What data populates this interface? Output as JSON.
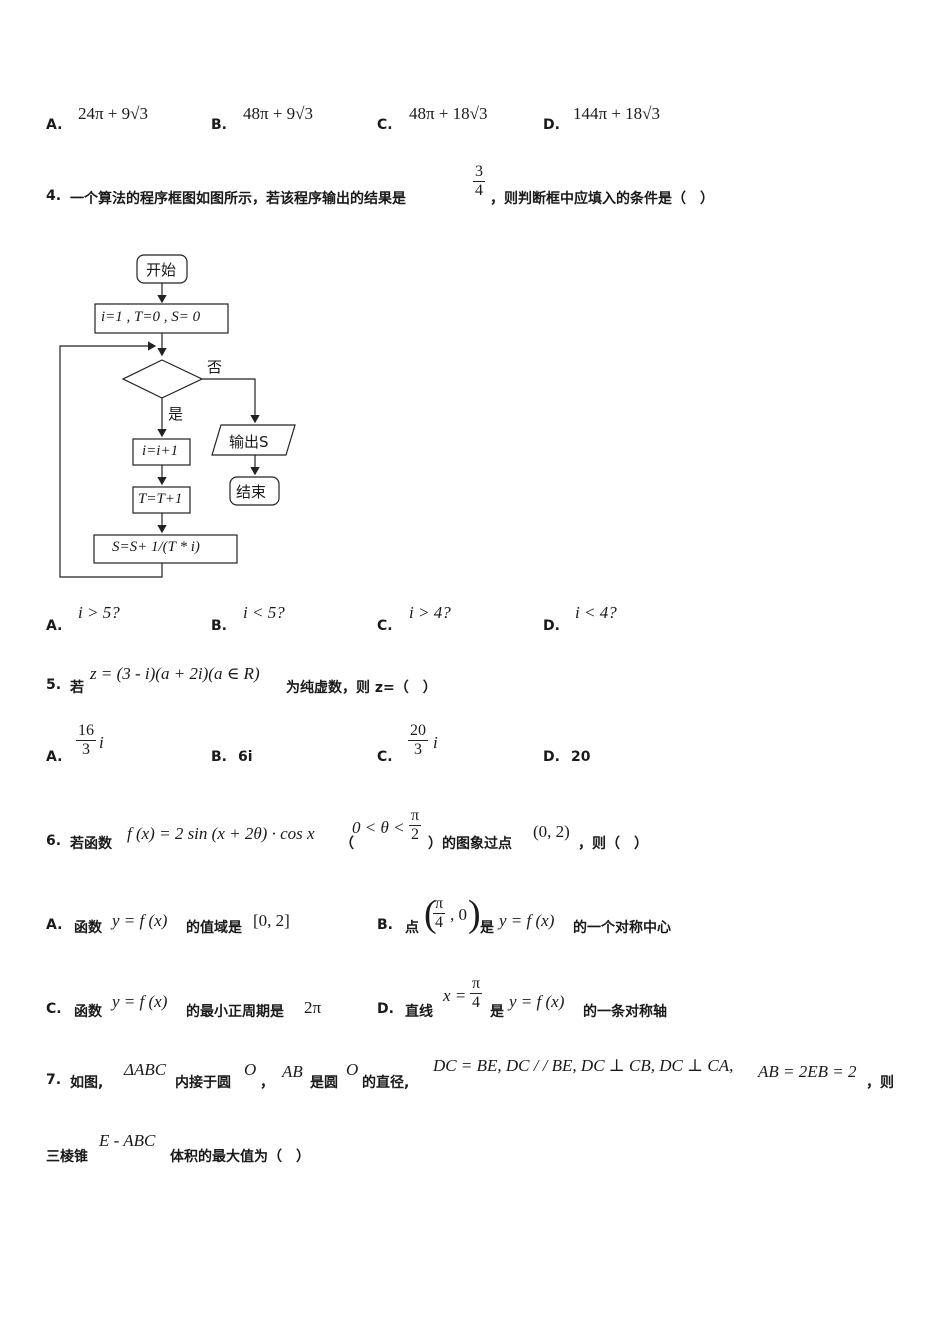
{
  "q3_options": [
    {
      "label": "A.",
      "text": "24π + 9√3"
    },
    {
      "label": "B.",
      "text": "48π + 9√3"
    },
    {
      "label": "C.",
      "text": "48π + 18√3"
    },
    {
      "label": "D.",
      "text": "144π + 18√3"
    }
  ],
  "q4": {
    "number": "4.",
    "text_before": "一个算法的程序框图如图所示，若该程序输出的结果是",
    "frac_num": "3",
    "frac_den": "4",
    "text_after": "，则判断框中应填入的条件是（　）",
    "flow": {
      "start": "开始",
      "init": "i=1 , T=0 , S= 0",
      "no": "否",
      "yes": "是",
      "step1": "i=i+1",
      "step2": "T=T+1",
      "step3": "S=S+ 1/(T * i)",
      "output": "输出S",
      "end": "结束"
    },
    "options": [
      {
        "label": "A.",
        "text": "i > 5?"
      },
      {
        "label": "B.",
        "text": "i < 5?"
      },
      {
        "label": "C.",
        "text": "i > 4?"
      },
      {
        "label": "D.",
        "text": "i < 4?"
      }
    ]
  },
  "q5": {
    "number": "5.",
    "text_before": "若",
    "expr": "z = (3 - i)(a + 2i)(a ∈ R)",
    "text_after": "为纯虚数，则 z=（　）",
    "options": [
      {
        "label": "A.",
        "num": "16",
        "den": "3",
        "suffix": "i"
      },
      {
        "label": "B.",
        "text": "6i"
      },
      {
        "label": "C.",
        "num": "20",
        "den": "3",
        "suffix": "i"
      },
      {
        "label": "D.",
        "text": "20"
      }
    ]
  },
  "q6": {
    "number": "6.",
    "text1": "若函数",
    "func": "f (x) = 2 sin (x + 2θ) · cos x",
    "cond_pre": "（",
    "cond": "0 < θ <",
    "cond_num": "π",
    "cond_den": "2",
    "text2": "）的图象过点",
    "point": "(0, 2)",
    "text3": "，则（　）",
    "optA": {
      "label": "A.",
      "t1": "函数",
      "m1": "y = f (x)",
      "t2": "的值域是",
      "m2": "[0, 2]"
    },
    "optB": {
      "label": "B.",
      "t1": "点",
      "num": "π",
      "den": "4",
      "tail": ", 0",
      "t2": "是",
      "m1": "y = f (x)",
      "t3": "的一个对称中心"
    },
    "optC": {
      "label": "C.",
      "t1": "函数",
      "m1": "y = f (x)",
      "t2": "的最小正周期是",
      "m2": "2π"
    },
    "optD": {
      "label": "D.",
      "t1": "直线",
      "m1": "x =",
      "num": "π",
      "den": "4",
      "t2": "是",
      "m2": "y = f (x)",
      "t3": "的一条对称轴"
    }
  },
  "q7": {
    "number": "7.",
    "t1": "如图,",
    "m1": "ΔABC",
    "t2": "内接于圆",
    "m2": "O",
    "t3": "，",
    "m3": "AB",
    "t4": "是圆",
    "m4": "O",
    "t5": "的直径,",
    "m5": "DC = BE, DC / / BE, DC ⊥ CB, DC ⊥ CA,",
    "m6": "AB = 2EB = 2",
    "t6": "，则",
    "line2_t1": "三棱锥",
    "line2_m1": "E - ABC",
    "line2_t2": "体积的最大值为（　）"
  }
}
